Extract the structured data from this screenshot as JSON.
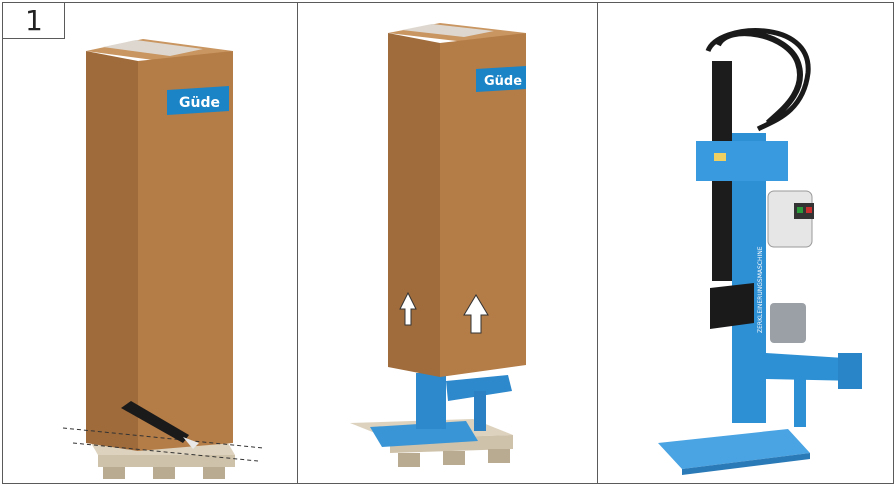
{
  "step_number": "1",
  "brand_text": "Güde",
  "machine_side_text": "ZERKLEINERUNGSMASCHINE",
  "colors": {
    "box": "#b07a45",
    "box_side": "#9a6838",
    "tape": "#d9d4cc",
    "logo_bg": "#1a84c7",
    "machine_blue": "#2d8fd4",
    "pallet": "#d9cdb8"
  }
}
